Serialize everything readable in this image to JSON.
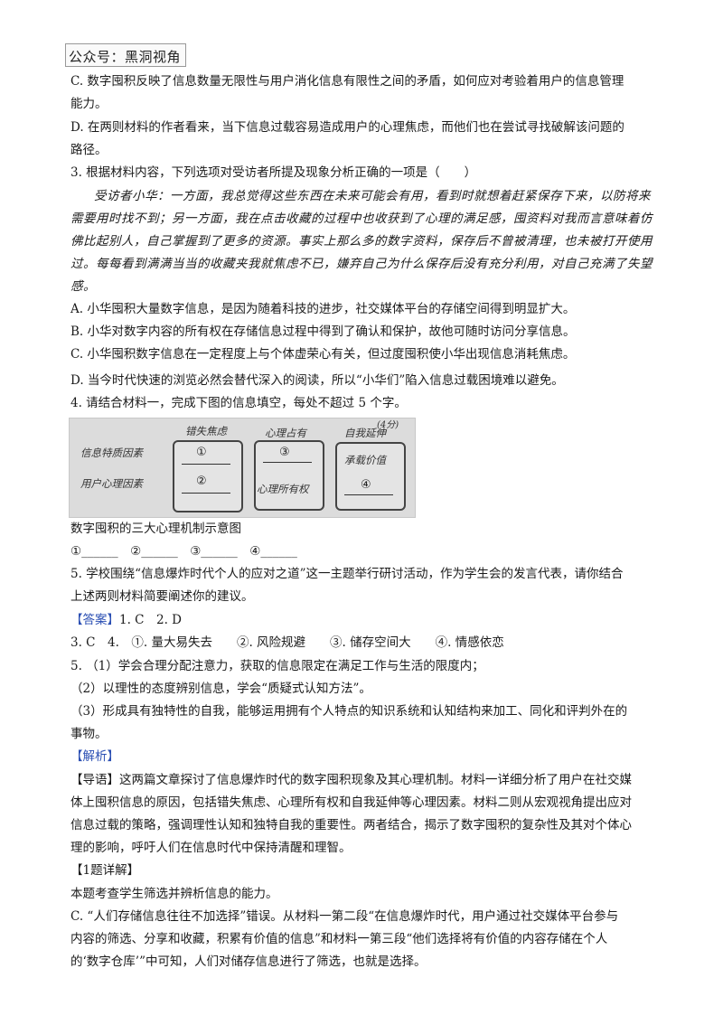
{
  "watermark": "公众号：黑洞视角",
  "lines": {
    "c2_1": "C. 数字囤积反映了信息数量无限性与用户消化信息有限性之间的矛盾，如何应对考验着用户的信息管理",
    "c2_2": "能力。",
    "d2_1": "D. 在两则材料的作者看来，当下信息过载容易造成用户的心理焦虑，而他们也在尝试寻找破解该问题的",
    "d2_2": "路径。",
    "q3": "3. 根据材料内容，下列选项对受访者所提及现象分析正确的一项是（　　）",
    "quote_1": "受访者小华：一方面，我总觉得这些东西在未来可能会有用，看到时就想着赶紧保存下来，以防将来",
    "quote_2": "需要用时找不到；另一方面，我在点击收藏的过程中也收获到了心理的满足感，囤资料对我而言意味着仿",
    "quote_3": "佛比起别人，自己掌握到了更多的资源。事实上那么多的数字资料，保存后不曾被清理，也未被打开使用",
    "quote_4": "过。每每看到满满当当的收藏夹我就焦虑不已，嫌弃自己为什么保存后没有充分利用，对自己充满了失望",
    "quote_5": "感。",
    "a3": "A. 小华囤积大量数字信息，是因为随着科技的进步，社交媒体平台的存储空间得到明显扩大。",
    "b3": "B. 小华对数字内容的所有权在存储信息过程中得到了确认和保护，故他可随时访问分享信息。",
    "c3": "C. 小华囤积数字信息在一定程度上与个体虚荣心有关，但过度囤积使小华出现信息消耗焦虑。",
    "d3": "D. 当今时代快速的浏览必然会替代深入的阅读，所以“小华们”陷入信息过载困境难以避免。",
    "q4": "4. 请结合材料一，完成下图的信息填空，每处不超过 5 个字。",
    "fig_caption": "数字囤积的三大心理机制示意图",
    "blanks": "①______　②______　③______　④______",
    "q5_1": "5. 学校围绕“信息爆炸时代个人的应对之道”这一主题举行研讨活动，作为学生会的发言代表，请你结合",
    "q5_2": "上述两则材料简要阐述你的建议。",
    "answer_tag": "【答案】",
    "answer_1": "1. C　2. D",
    "answer_2": "3. C　4.　①. 量大易失去　　②. 风险规避　　③. 储存空间大　　④. 情感依恋",
    "ans5_1": "5. （1）学会合理分配注意力，获取的信息限定在满足工作与生活的限度内；",
    "ans5_2": "（2）以理性的态度辨别信息，学会“质疑式认知方法”。",
    "ans5_3": "（3）形成具有独特性的自我，能够运用拥有个人特点的知识系统和认知结构来加工、同化和评判外在的",
    "ans5_4": "事物。",
    "analysis_tag": "【解析】",
    "guide_1": "【导语】这两篇文章探讨了信息爆炸时代的数字囤积现象及其心理机制。材料一详细分析了用户在社交媒",
    "guide_2": "体上囤积信息的原因，包括错失焦虑、心理所有权和自我延伸等心理因素。材料二则从宏观视角提出应对",
    "guide_3": "信息过载的策略，强调理性认知和独特自我的重要性。两者结合，揭示了数字囤积的复杂性及其对个体心",
    "guide_4": "理的影响，呼吁人们在信息时代中保持清醒和理智。",
    "detail_tag": "【1题详解】",
    "detail_1": "本题考查学生筛选并辨析信息的能力。",
    "detail_2": "C. “人们存储信息往往不加选择”错误。从材料一第二段“在信息爆炸时代，用户通过社交媒体平台参与",
    "detail_3": "内容的筛选、分享和收藏，积累有价值的信息”和材料一第三段“他们选择将有价值的内容存储在个人",
    "detail_4": "的‘数字仓库’”中可知，人们对储存信息进行了筛选，也就是选择。"
  },
  "figure": {
    "col1_head": "错失焦虑",
    "col2_head": "心理占有",
    "col3_head": "自我延伸",
    "corner_note": "(4分)",
    "row1_label": "信息特质因素",
    "row2_label": "用户心理因素",
    "blank1": "①",
    "blank2": "②",
    "blank3": "③",
    "blank4": "④",
    "col2_bottom": "心理所有权",
    "col3_top": "承载价值"
  }
}
